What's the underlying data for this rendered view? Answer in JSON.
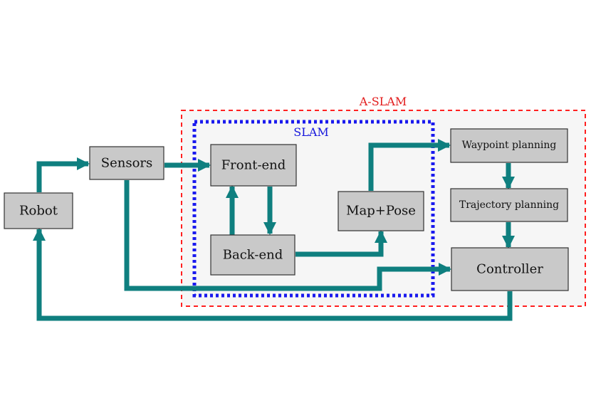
{
  "colors": {
    "edge": "#0f7f7f",
    "aslam_border": "#ff2020",
    "slam_border": "#1a1aee",
    "aslam_title": "#e21b1b",
    "slam_title": "#1515dd",
    "region_fill": "#f6f6f6",
    "node_fill": "#c9c9c9"
  },
  "regions": {
    "aslam": {
      "title": "A-SLAM"
    },
    "slam": {
      "title": "SLAM"
    }
  },
  "nodes": {
    "robot": {
      "label": "Robot"
    },
    "sensors": {
      "label": "Sensors"
    },
    "front_end": {
      "label": "Front-end"
    },
    "back_end": {
      "label": "Back-end"
    },
    "map_pose": {
      "label": "Map+Pose"
    },
    "waypoint_planning": {
      "label": "Waypoint planning"
    },
    "trajectory_planning": {
      "label": "Trajectory planning"
    },
    "controller": {
      "label": "Controller"
    }
  },
  "edges": [
    {
      "from": "robot",
      "to": "sensors"
    },
    {
      "from": "sensors",
      "to": "front_end"
    },
    {
      "from": "front_end",
      "to": "back_end"
    },
    {
      "from": "back_end",
      "to": "front_end"
    },
    {
      "from": "back_end",
      "to": "map_pose"
    },
    {
      "from": "map_pose",
      "to": "waypoint_planning"
    },
    {
      "from": "waypoint_planning",
      "to": "trajectory_planning"
    },
    {
      "from": "trajectory_planning",
      "to": "controller"
    },
    {
      "from": "sensors",
      "to": "controller"
    },
    {
      "from": "controller",
      "to": "robot"
    }
  ]
}
